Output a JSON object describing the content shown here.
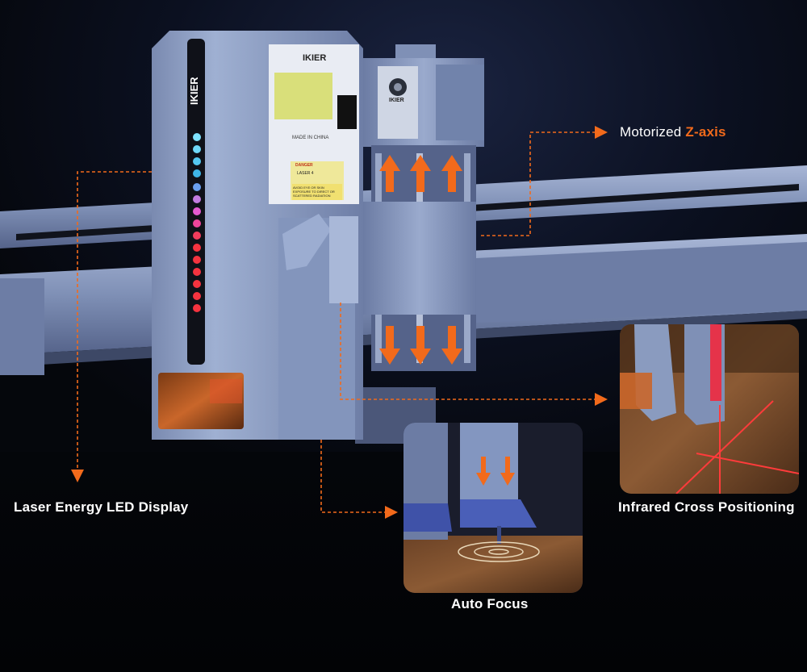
{
  "labels": {
    "z_axis_prefix": "Motorized ",
    "z_axis_accent": "Z-axis",
    "led_display": "Laser Energy LED Display",
    "auto_focus": "Auto Focus",
    "cross_positioning": "Infrared Cross Positioning"
  },
  "product": {
    "brand_side": "IKIER",
    "brand_panel": "IKIER",
    "module_badge": "IKIER",
    "made_in": "MADE IN CHINA",
    "danger_title": "DANGER",
    "danger_class": "LASER 4",
    "warning_text": "AVOID EYE OR SKIN EXPOSURE TO DIRECT OR SCATTERED RADIATION"
  },
  "colors": {
    "accent": "#f26a1b",
    "metal": "#8a9bbf",
    "metal_dark": "#5d6c90",
    "background": "#05070c",
    "label_panel": "#d9df7a"
  },
  "icons": [
    "arrow-up-icon",
    "arrow-down-icon",
    "dashed-arrow-icon"
  ]
}
